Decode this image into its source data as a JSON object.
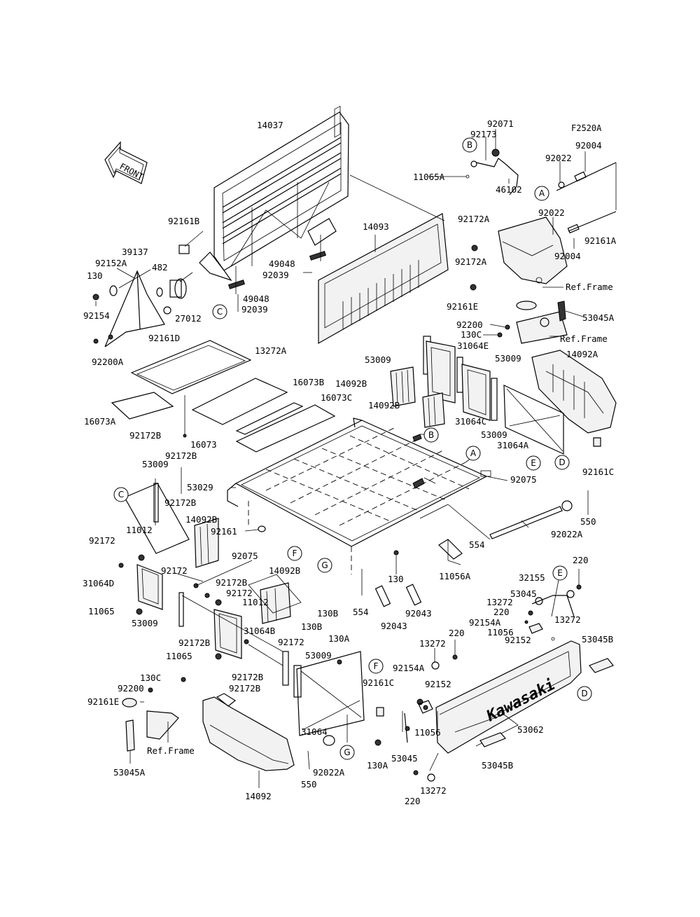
{
  "figure_code": "F2520A",
  "front_arrow_text": "FRONT",
  "brand_mark": "Kawasaki",
  "labels": [
    {
      "id": "lbl-14037",
      "text": "14037"
    },
    {
      "id": "lbl-92071",
      "text": "92071"
    },
    {
      "id": "lbl-92173",
      "text": "92173"
    },
    {
      "id": "lbl-11065A",
      "text": "11065A"
    },
    {
      "id": "lbl-46102",
      "text": "46102"
    },
    {
      "id": "lbl-92004-top",
      "text": "92004"
    },
    {
      "id": "lbl-92022-top",
      "text": "92022"
    },
    {
      "id": "lbl-92022-mid",
      "text": "92022"
    },
    {
      "id": "lbl-92161A",
      "text": "92161A"
    },
    {
      "id": "lbl-92004-mid",
      "text": "92004"
    },
    {
      "id": "lbl-ref-frame-1",
      "text": "Ref.Frame"
    },
    {
      "id": "lbl-92161B",
      "text": "92161B"
    },
    {
      "id": "lbl-39137",
      "text": "39137"
    },
    {
      "id": "lbl-92152A",
      "text": "92152A"
    },
    {
      "id": "lbl-482",
      "text": "482"
    },
    {
      "id": "lbl-130-left",
      "text": "130"
    },
    {
      "id": "lbl-92154",
      "text": "92154"
    },
    {
      "id": "lbl-27012",
      "text": "27012"
    },
    {
      "id": "lbl-92161D",
      "text": "92161D"
    },
    {
      "id": "lbl-92200A",
      "text": "92200A"
    },
    {
      "id": "lbl-14093",
      "text": "14093"
    },
    {
      "id": "lbl-92172A-1",
      "text": "92172A"
    },
    {
      "id": "lbl-92172A-2",
      "text": "92172A"
    },
    {
      "id": "lbl-49048-1",
      "text": "49048"
    },
    {
      "id": "lbl-92039-1",
      "text": "92039"
    },
    {
      "id": "lbl-49048-2",
      "text": "49048"
    },
    {
      "id": "lbl-92039-2",
      "text": "92039"
    },
    {
      "id": "lbl-92161E-right",
      "text": "92161E"
    },
    {
      "id": "lbl-53045A-right",
      "text": "53045A"
    },
    {
      "id": "lbl-92200",
      "text": "92200"
    },
    {
      "id": "lbl-130C-right",
      "text": "130C"
    },
    {
      "id": "lbl-ref-frame-2",
      "text": "Ref.Frame"
    },
    {
      "id": "lbl-13272A",
      "text": "13272A"
    },
    {
      "id": "lbl-53009-a",
      "text": "53009"
    },
    {
      "id": "lbl-31064E",
      "text": "31064E"
    },
    {
      "id": "lbl-53009-b",
      "text": "53009"
    },
    {
      "id": "lbl-14092A",
      "text": "14092A"
    },
    {
      "id": "lbl-16073B",
      "text": "16073B"
    },
    {
      "id": "lbl-16073C",
      "text": "16073C"
    },
    {
      "id": "lbl-14092B-1",
      "text": "14092B"
    },
    {
      "id": "lbl-14092B-2",
      "text": "14092B"
    },
    {
      "id": "lbl-31064C",
      "text": "31064C"
    },
    {
      "id": "lbl-53009-c",
      "text": "53009"
    },
    {
      "id": "lbl-31064A",
      "text": "31064A"
    },
    {
      "id": "lbl-16073A",
      "text": "16073A"
    },
    {
      "id": "lbl-92172B-a",
      "text": "92172B"
    },
    {
      "id": "lbl-16073",
      "text": "16073"
    },
    {
      "id": "lbl-53009-d",
      "text": "53009"
    },
    {
      "id": "lbl-92172B-b",
      "text": "92172B"
    },
    {
      "id": "lbl-53029",
      "text": "53029"
    },
    {
      "id": "lbl-92075-r",
      "text": "92075"
    },
    {
      "id": "lbl-92161C-r",
      "text": "92161C"
    },
    {
      "id": "lbl-92172B-c",
      "text": "92172B"
    },
    {
      "id": "lbl-550-r",
      "text": "550"
    },
    {
      "id": "lbl-92022A-r",
      "text": "92022A"
    },
    {
      "id": "lbl-11012-a",
      "text": "11012"
    },
    {
      "id": "lbl-14092B-3",
      "text": "14092B"
    },
    {
      "id": "lbl-92161",
      "text": "92161"
    },
    {
      "id": "lbl-554-r",
      "text": "554"
    },
    {
      "id": "lbl-92172-a",
      "text": "92172"
    },
    {
      "id": "lbl-92075-l",
      "text": "92075"
    },
    {
      "id": "lbl-130-mid",
      "text": "130"
    },
    {
      "id": "lbl-11056A",
      "text": "11056A"
    },
    {
      "id": "lbl-32155",
      "text": "32155"
    },
    {
      "id": "lbl-220-a",
      "text": "220"
    },
    {
      "id": "lbl-92172-b",
      "text": "92172"
    },
    {
      "id": "lbl-14092B-4",
      "text": "14092B"
    },
    {
      "id": "lbl-31064D",
      "text": "31064D"
    },
    {
      "id": "lbl-92172B-d",
      "text": "92172B"
    },
    {
      "id": "lbl-92172-c",
      "text": "92172"
    },
    {
      "id": "lbl-11012-b",
      "text": "11012"
    },
    {
      "id": "lbl-130B-a",
      "text": "130B"
    },
    {
      "id": "lbl-554-l",
      "text": "554"
    },
    {
      "id": "lbl-92043-a",
      "text": "92043"
    },
    {
      "id": "lbl-53045-a",
      "text": "53045"
    },
    {
      "id": "lbl-13272-a",
      "text": "13272"
    },
    {
      "id": "lbl-220-b",
      "text": "220"
    },
    {
      "id": "lbl-13272-b",
      "text": "13272"
    },
    {
      "id": "lbl-11065-a",
      "text": "11065"
    },
    {
      "id": "lbl-53009-e",
      "text": "53009"
    },
    {
      "id": "lbl-130B-b",
      "text": "130B"
    },
    {
      "id": "lbl-92043-b",
      "text": "92043"
    },
    {
      "id": "lbl-92154A-a",
      "text": "92154A"
    },
    {
      "id": "lbl-11056",
      "text": "11056"
    },
    {
      "id": "lbl-92152-a",
      "text": "92152"
    },
    {
      "id": "lbl-53045B-a",
      "text": "53045B"
    },
    {
      "id": "lbl-31064B",
      "text": "31064B"
    },
    {
      "id": "lbl-92172B-e",
      "text": "92172B"
    },
    {
      "id": "lbl-92172-d",
      "text": "92172"
    },
    {
      "id": "lbl-130A-a",
      "text": "130A"
    },
    {
      "id": "lbl-13272-c",
      "text": "13272"
    },
    {
      "id": "lbl-220-c",
      "text": "220"
    },
    {
      "id": "lbl-11065-b",
      "text": "11065"
    },
    {
      "id": "lbl-53009-f",
      "text": "53009"
    },
    {
      "id": "lbl-130C-l",
      "text": "130C"
    },
    {
      "id": "lbl-92200-l",
      "text": "92200"
    },
    {
      "id": "lbl-92161E-l",
      "text": "92161E"
    },
    {
      "id": "lbl-92172B-f",
      "text": "92172B"
    },
    {
      "id": "lbl-92172B-g",
      "text": "92172B"
    },
    {
      "id": "lbl-92161C-l",
      "text": "92161C"
    },
    {
      "id": "lbl-92154A-b",
      "text": "92154A"
    },
    {
      "id": "lbl-92152-b",
      "text": "92152"
    },
    {
      "id": "lbl-ref-frame-3",
      "text": "Ref.Frame"
    },
    {
      "id": "lbl-31064",
      "text": "31064"
    },
    {
      "id": "lbl-11056-b",
      "text": "11056"
    },
    {
      "id": "lbl-53062",
      "text": "53062"
    },
    {
      "id": "lbl-53045A-l",
      "text": "53045A"
    },
    {
      "id": "lbl-550-l",
      "text": "550"
    },
    {
      "id": "lbl-92022A-l",
      "text": "92022A"
    },
    {
      "id": "lbl-130A-b",
      "text": "130A"
    },
    {
      "id": "lbl-53045-b",
      "text": "53045"
    },
    {
      "id": "lbl-53045B-b",
      "text": "53045B"
    },
    {
      "id": "lbl-14092",
      "text": "14092"
    },
    {
      "id": "lbl-220-d",
      "text": "220"
    },
    {
      "id": "lbl-13272-d",
      "text": "13272"
    }
  ],
  "callouts": [
    {
      "id": "co-B-top",
      "text": "B"
    },
    {
      "id": "co-A-top",
      "text": "A"
    },
    {
      "id": "co-C-top",
      "text": "C"
    },
    {
      "id": "co-B-bed",
      "text": "B"
    },
    {
      "id": "co-A-bed",
      "text": "A"
    },
    {
      "id": "co-E-right",
      "text": "E"
    },
    {
      "id": "co-D-right",
      "text": "D"
    },
    {
      "id": "co-C-left",
      "text": "C"
    },
    {
      "id": "co-F-mid",
      "text": "F"
    },
    {
      "id": "co-G-mid",
      "text": "G"
    },
    {
      "id": "co-E-gate",
      "text": "E"
    },
    {
      "id": "co-F-low",
      "text": "F"
    },
    {
      "id": "co-D-gate",
      "text": "D"
    },
    {
      "id": "co-G-low",
      "text": "G"
    }
  ]
}
